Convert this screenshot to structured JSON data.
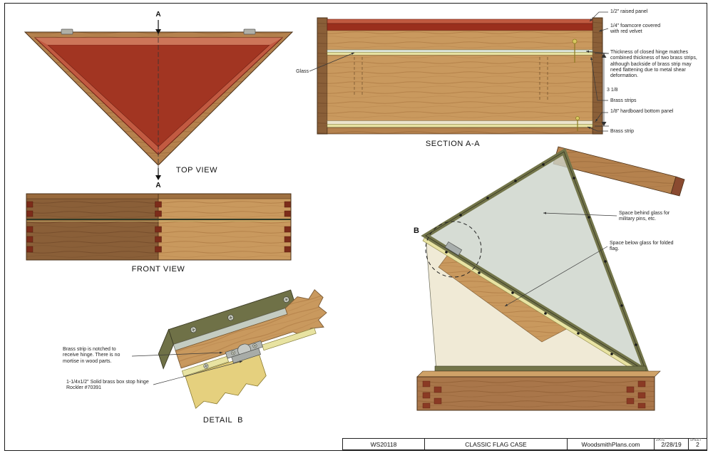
{
  "drawing": {
    "top_view": {
      "caption": "TOP VIEW",
      "marker_top": "A",
      "marker_bottom": "A"
    },
    "section_aa": {
      "caption": "SECTION A-A",
      "glass_label": "Glass",
      "raised_panel": "1/2\" raised panel",
      "foamcore": "1/4\" foamcore covered with red velvet",
      "hinge_note": "Thickness of closed hinge matches combined thickness of two brass strips, although backside of brass strip may need flattening due to metal shear deformation.",
      "dimension": "3 1/8",
      "brass_strips": "Brass strips",
      "hardboard": "1/8\" hardboard bottom panel",
      "brass_strip": "Brass strip"
    },
    "front_view": {
      "caption": "FRONT VIEW"
    },
    "detail_b": {
      "caption": "DETAIL  B",
      "notch_note": "Brass strip is notched to receive hinge. There is no mortise in wood parts.",
      "hinge_spec": "1-1/4x1/2\" Solid brass box stop hinge Rockler #70391"
    },
    "iso_view": {
      "marker": "B",
      "behind_glass": "Space behind glass for military pins, etc.",
      "below_glass": "Space below glass for folded flag."
    }
  },
  "title_block": {
    "doc_number": "WS20118",
    "title": "CLASSIC FLAG CASE",
    "website": "WoodsmithPlans.com",
    "date_label": "DATE",
    "date": "2/28/19",
    "sheet_label": "SHEET",
    "sheet": "2"
  },
  "colors": {
    "wood_light": "#c9995e",
    "wood_mid": "#b5824e",
    "wood_dark": "#8a5f38",
    "red_velvet": "#a03524",
    "brass": "#e6e1a0",
    "olive_frame": "#6f7147",
    "glass": "#ccd3c9"
  }
}
